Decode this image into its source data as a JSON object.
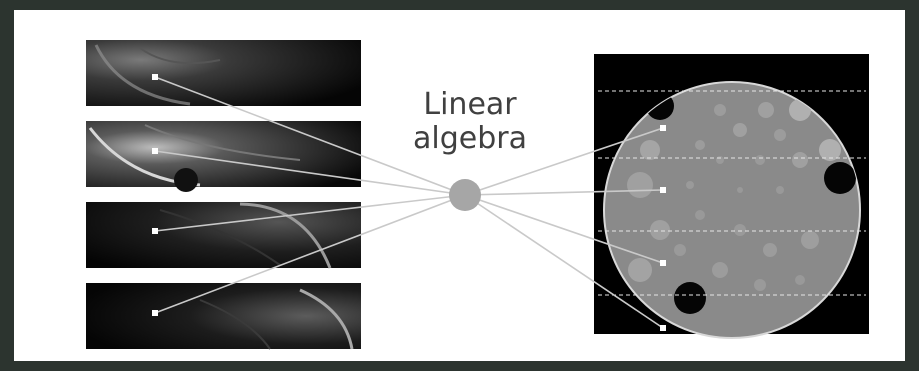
{
  "diagram": {
    "center_label_line1": "Linear",
    "center_label_line2": "algebra",
    "left_panel_count": 4,
    "right_panel": "phantom-reconstruction",
    "colors": {
      "background_border": "#2c342f",
      "canvas": "#ffffff",
      "lines": "#c9c9c9",
      "node": "#a6a6a6",
      "panel_bg": "#000000",
      "phantom_disk": "#8a8a8a"
    }
  }
}
